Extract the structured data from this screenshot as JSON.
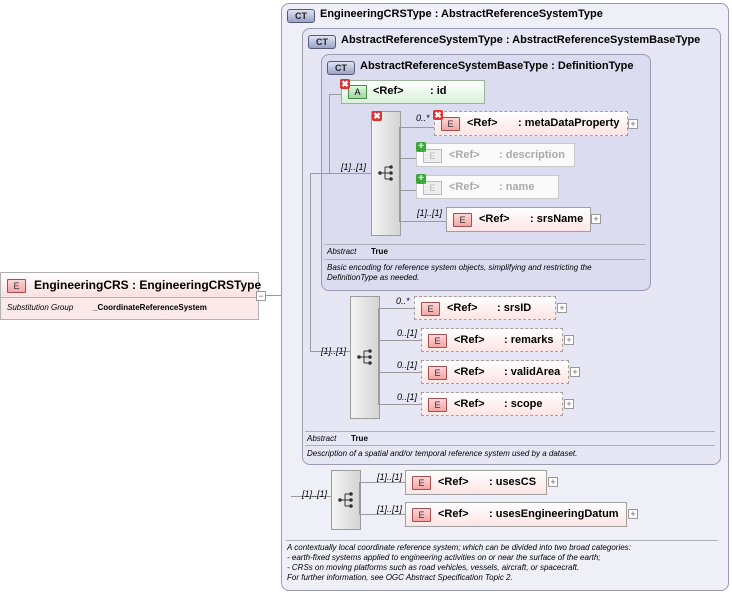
{
  "root": {
    "icon": "E",
    "title": "EngineeringCRS : EngineeringCRSType",
    "substitution_label": "Substitution Group",
    "substitution_value": "_CoordinateReferenceSystem",
    "collapse": "−"
  },
  "ct_outer": {
    "icon": "CT",
    "title": "EngineeringCRSType : AbstractReferenceSystemType",
    "documentation": [
      "A contextually local coordinate reference system; which can be divided into two broad categories:",
      "- earth-fixed systems applied to engineering activities on or near the surface of the earth;",
      "- CRSs on moving platforms such as road vehicles, vessels, aircraft, or spacecraft.",
      "For further information, see OGC Abstract Specification Topic 2."
    ]
  },
  "ct_middle": {
    "icon": "CT",
    "title": "AbstractReferenceSystemType : AbstractReferenceSystemBaseType",
    "abstract_label": "Abstract",
    "abstract_value": "True",
    "documentation": "Description of a spatial and/or temporal reference system used by a dataset."
  },
  "ct_inner": {
    "icon": "CT",
    "title": "AbstractReferenceSystemBaseType : DefinitionType",
    "abstract_label": "Abstract",
    "abstract_value": "True",
    "documentation": [
      "Basic encoding for reference system objects, simplifying and restricting the",
      "DefinitionType as needed."
    ],
    "attribute": {
      "icon": "A",
      "ref": "<Ref>",
      "name": ": id"
    }
  },
  "inner_seq": {
    "card": "[1]..[1]",
    "items": [
      {
        "card": "0..*",
        "ref": "<Ref>",
        "name": ": metaDataProperty"
      },
      {
        "card": "",
        "ref": "<Ref>",
        "name": ": description"
      },
      {
        "card": "",
        "ref": "<Ref>",
        "name": ": name"
      },
      {
        "card": "[1]..[1]",
        "ref": "<Ref>",
        "name": ": srsName"
      }
    ]
  },
  "middle_seq": {
    "card": "[1]..[1]",
    "items": [
      {
        "card": "0..*",
        "ref": "<Ref>",
        "name": ": srsID"
      },
      {
        "card": "0..[1]",
        "ref": "<Ref>",
        "name": ": remarks"
      },
      {
        "card": "0..[1]",
        "ref": "<Ref>",
        "name": ": validArea"
      },
      {
        "card": "0..[1]",
        "ref": "<Ref>",
        "name": ": scope"
      }
    ]
  },
  "outer_seq": {
    "card": "[1]..[1]",
    "items": [
      {
        "card": "[1]..[1]",
        "ref": "<Ref>",
        "name": ": usesCS"
      },
      {
        "card": "[1]..[1]",
        "ref": "<Ref>",
        "name": ": usesEngineeringDatum"
      }
    ]
  },
  "icons": {
    "element": "E",
    "plus": "+",
    "remove": "✖",
    "add": "+"
  }
}
